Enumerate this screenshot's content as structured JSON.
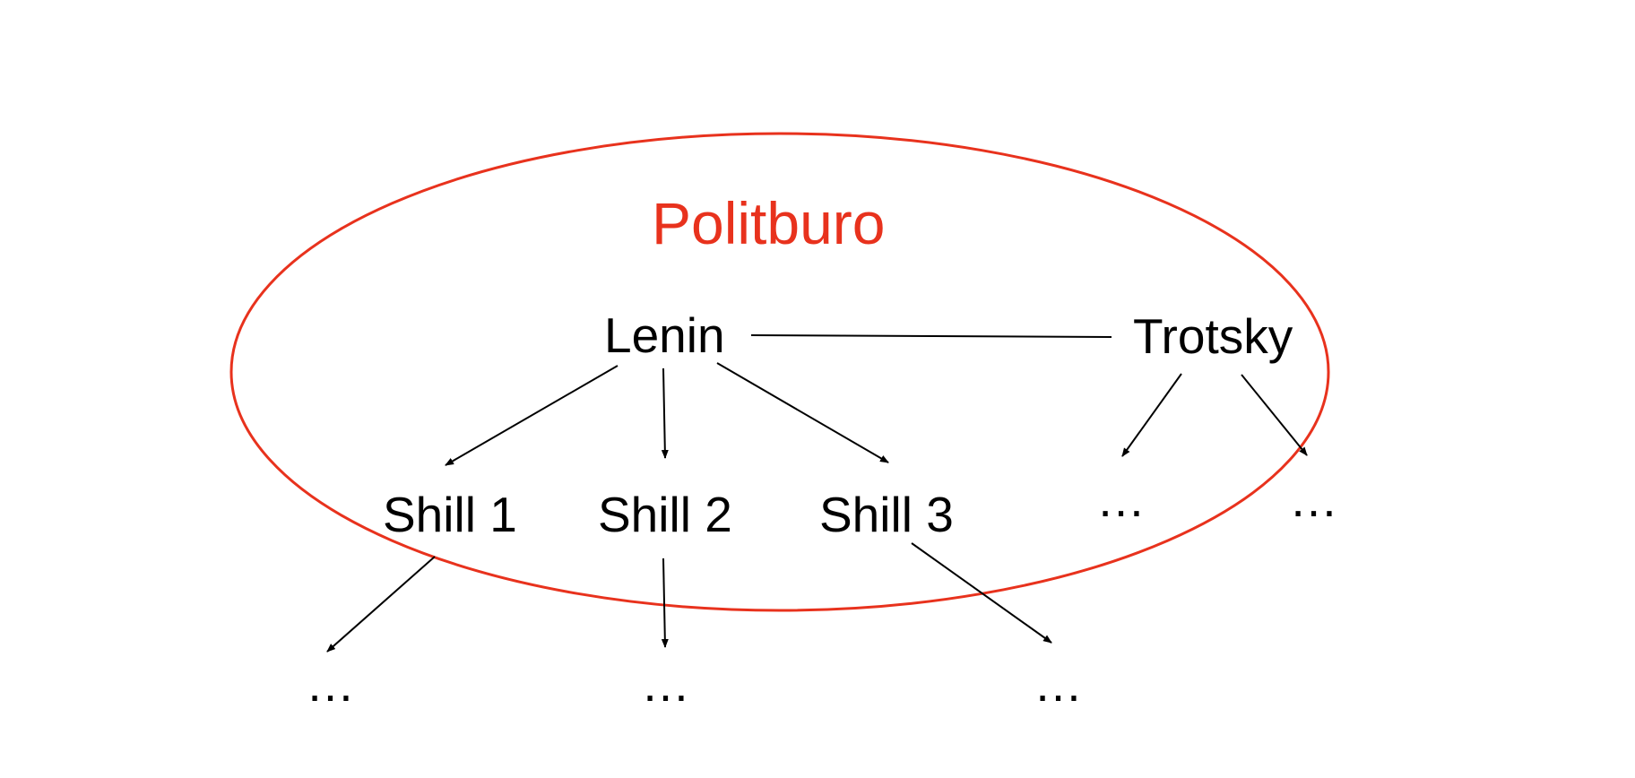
{
  "diagram": {
    "group": {
      "label": "Politburo",
      "color": "#e8321d"
    },
    "nodes": {
      "lenin": "Lenin",
      "trotsky": "Trotsky",
      "shill1": "Shill 1",
      "shill2": "Shill 2",
      "shill3": "Shill 3",
      "trotsky_child_left": "…",
      "trotsky_child_right": "…",
      "shill1_child": "…",
      "shill2_child": "…",
      "shill3_child": "…"
    },
    "edges": [
      {
        "from": "lenin",
        "to": "trotsky",
        "arrow": false
      },
      {
        "from": "lenin",
        "to": "shill1",
        "arrow": true
      },
      {
        "from": "lenin",
        "to": "shill2",
        "arrow": true
      },
      {
        "from": "lenin",
        "to": "shill3",
        "arrow": true
      },
      {
        "from": "trotsky",
        "to": "trotsky_child_left",
        "arrow": true
      },
      {
        "from": "trotsky",
        "to": "trotsky_child_right",
        "arrow": true
      },
      {
        "from": "shill1",
        "to": "shill1_child",
        "arrow": true
      },
      {
        "from": "shill2",
        "to": "shill2_child",
        "arrow": true
      },
      {
        "from": "shill3",
        "to": "shill3_child",
        "arrow": true
      }
    ],
    "line_color": "#000000"
  }
}
